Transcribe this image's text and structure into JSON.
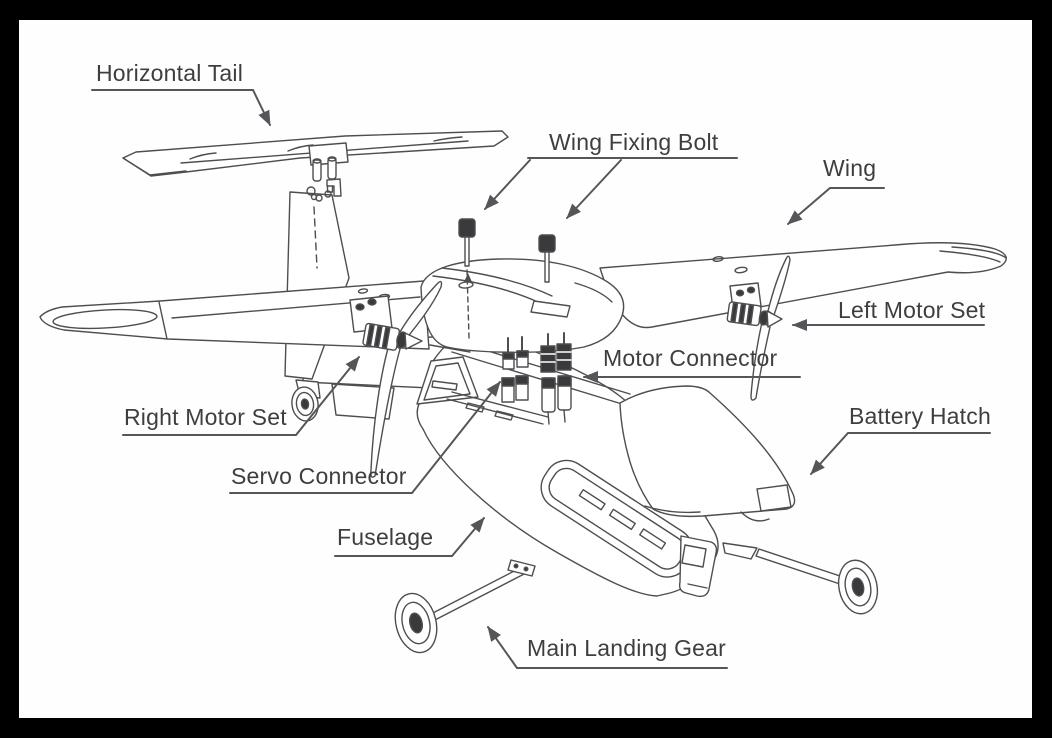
{
  "diagram": {
    "labels": {
      "horizontal_tail": "Horizontal Tail",
      "wing_fixing_bolt": "Wing Fixing Bolt",
      "wing": "Wing",
      "left_motor_set": "Left Motor Set",
      "motor_connector": "Motor Connector",
      "right_motor_set": "Right Motor Set",
      "battery_hatch": "Battery Hatch",
      "servo_connector": "Servo Connector",
      "fuselage": "Fuselage",
      "main_landing_gear": "Main Landing Gear"
    },
    "colors": {
      "frame": "#000000",
      "canvas": "#fefefe",
      "line_art": "#4d4e50",
      "leader": "#55565a",
      "text": "#3e3e40",
      "dark_fill": "#3a3a3c"
    }
  }
}
